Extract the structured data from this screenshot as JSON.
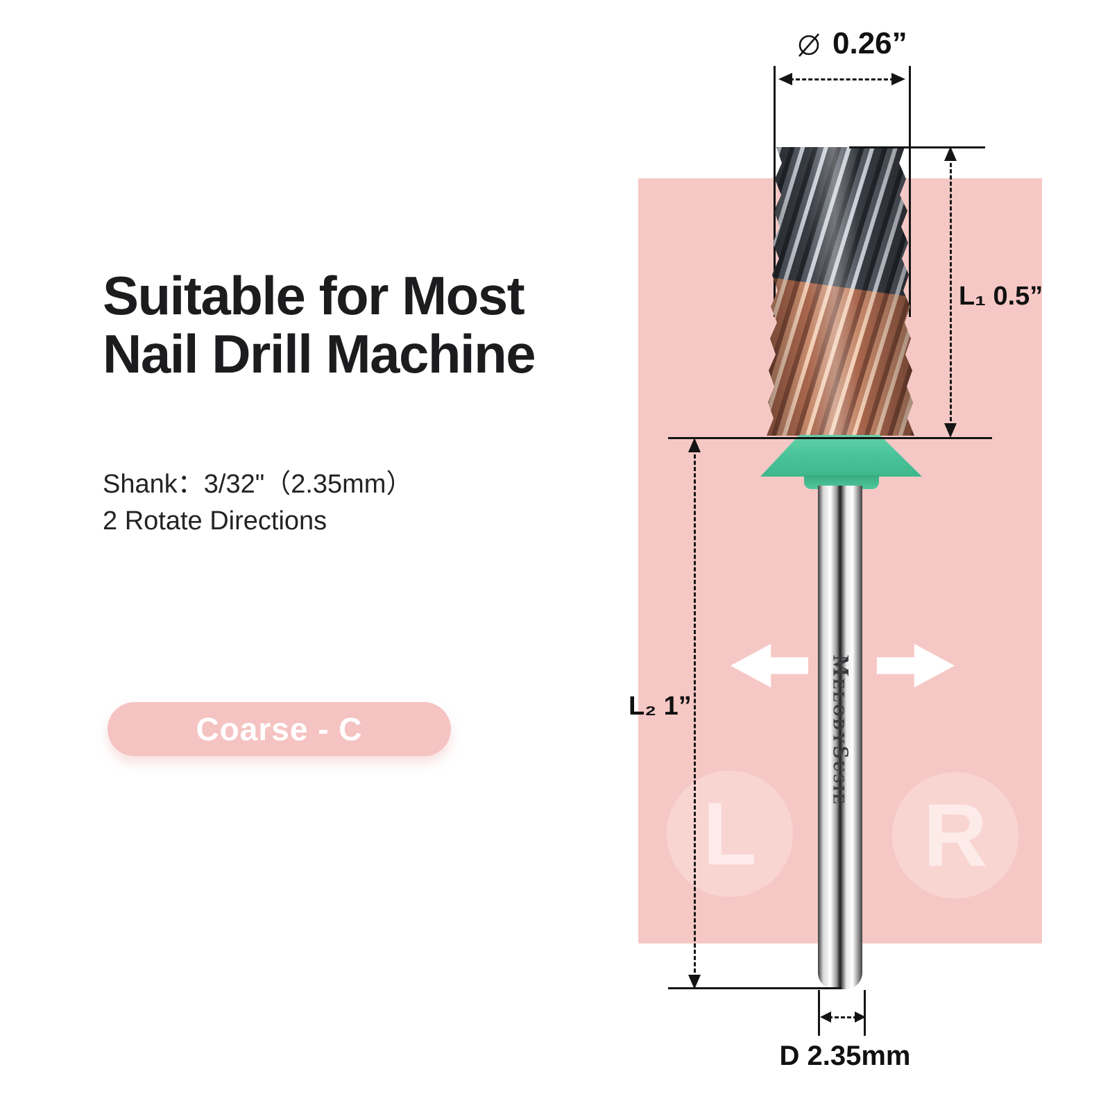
{
  "info": {
    "title_line1": "Suitable for Most",
    "title_line2": "Nail Drill Machine",
    "shank_spec": "Shank：3/32\"（2.35mm）",
    "rotate_spec": "2 Rotate Directions",
    "grit_badge": "Coarse - C"
  },
  "diagram": {
    "head_diameter": "0.26”",
    "head_length": "L₁ 0.5”",
    "shank_length": "L₂ 1”",
    "shank_diameter": "D 2.35mm",
    "rotate_left_letter": "L",
    "rotate_right_letter": "R",
    "brand": "MelodySusie"
  },
  "colors": {
    "stage_pink": "#f6c8c5",
    "badge_pink": "#f5c3c2",
    "circle_pink": "#f9d5d2",
    "collar_green": "#4cc49b",
    "copper": "#c5886a",
    "steel": "#555a63",
    "dimension_line": "#141414"
  }
}
